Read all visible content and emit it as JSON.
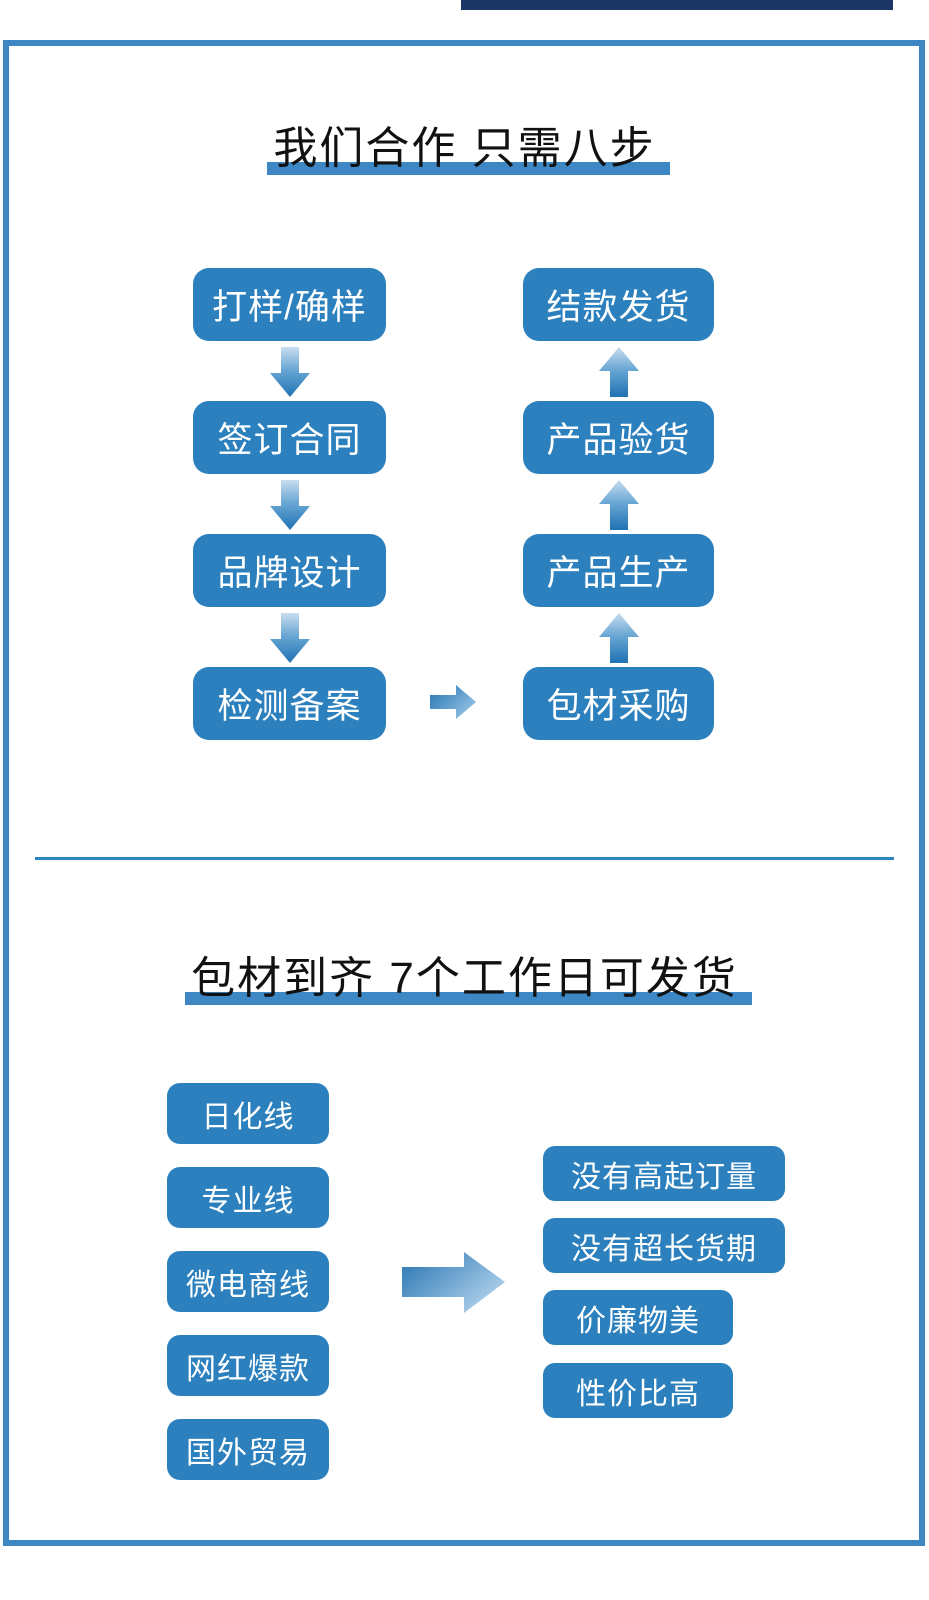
{
  "colors": {
    "box_blue": "#2b80bd",
    "frame_border": "#3d87c4",
    "title_underline": "#3d87c4",
    "divider": "#2e86c1",
    "top_bar_navy": "#1c3665",
    "arrow_light": "#c8ddef",
    "arrow_dark": "#1f72b4",
    "box_text": "#ffffff",
    "title_text": "#111111"
  },
  "section_process": {
    "title": "我们合作 只需八步",
    "left_steps": [
      "打样/确样",
      "签订合同",
      "品牌设计",
      "检测备案"
    ],
    "right_steps": [
      "结款发货",
      "产品验货",
      "产品生产",
      "包材采购"
    ]
  },
  "section_delivery": {
    "title": "包材到齐 7个工作日可发货",
    "product_lines": [
      "日化线",
      "专业线",
      "微电商线",
      "网红爆款",
      "国外贸易"
    ],
    "benefits": [
      "没有高起订量",
      "没有超长货期",
      "价廉物美",
      "性价比高"
    ]
  }
}
